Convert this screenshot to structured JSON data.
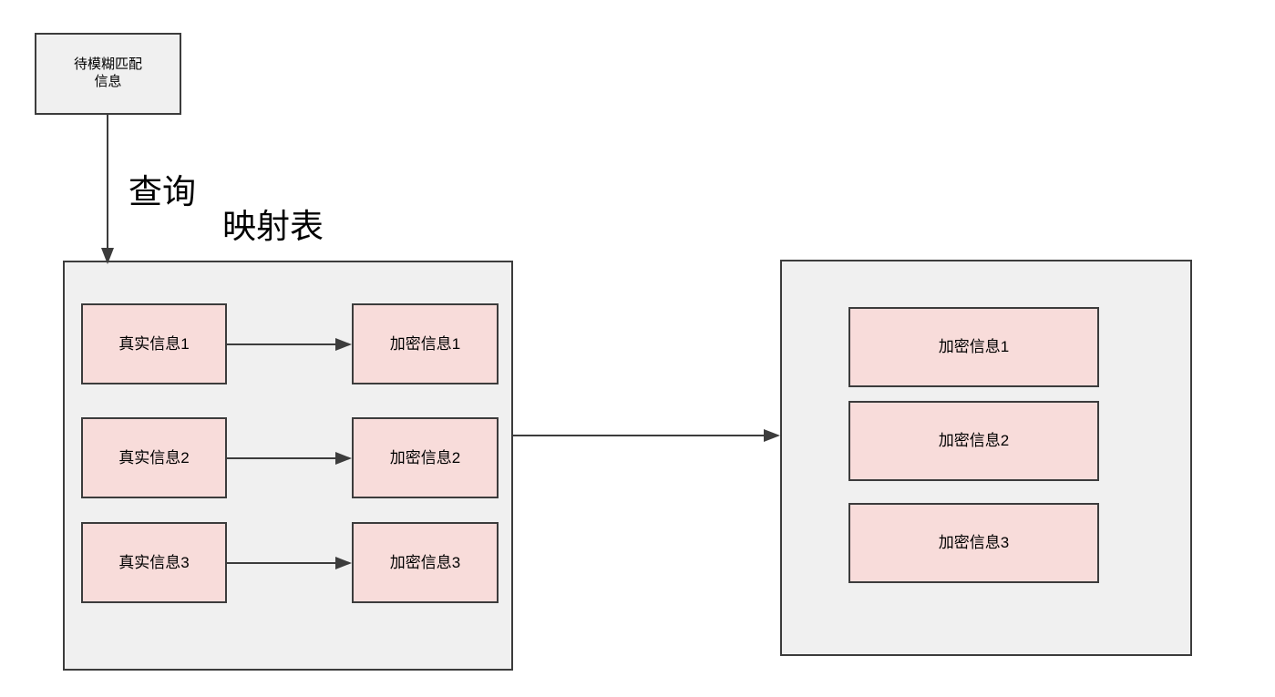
{
  "diagram": {
    "title_labels": {
      "query_edge": "查询",
      "mapping_table": "映射表"
    },
    "source_node": {
      "label_line1": "待模糊匹配",
      "label_line2": "信息",
      "fill": "#f0f0f0",
      "stroke": "#3c3c3c"
    },
    "mapping_container": {
      "name": "映射表",
      "fill": "#f0f0f0",
      "stroke": "#3c3c3c",
      "rows": [
        {
          "source": "真实信息1",
          "target": "加密信息1"
        },
        {
          "source": "真实信息2",
          "target": "加密信息2"
        },
        {
          "source": "真实信息3",
          "target": "加密信息3"
        }
      ]
    },
    "output_container": {
      "fill": "#f0f0f0",
      "stroke": "#3c3c3c",
      "items": [
        {
          "label": "加密信息1"
        },
        {
          "label": "加密信息2"
        },
        {
          "label": "加密信息3"
        }
      ]
    },
    "node_colors": {
      "pink_fill": "#f8dcda",
      "gray_fill": "#f0f0f0",
      "border": "#3c3c3c",
      "background": "#ffffff"
    },
    "edges": [
      {
        "from": "source_node",
        "to": "mapping_container",
        "label": "查询",
        "direction": "down"
      },
      {
        "from": "真实信息1",
        "to": "加密信息1",
        "label": "",
        "direction": "right"
      },
      {
        "from": "真实信息2",
        "to": "加密信息2",
        "label": "",
        "direction": "right"
      },
      {
        "from": "真实信息3",
        "to": "加密信息3",
        "label": "",
        "direction": "right"
      },
      {
        "from": "mapping_container",
        "to": "output_container",
        "label": "",
        "direction": "right"
      }
    ]
  }
}
